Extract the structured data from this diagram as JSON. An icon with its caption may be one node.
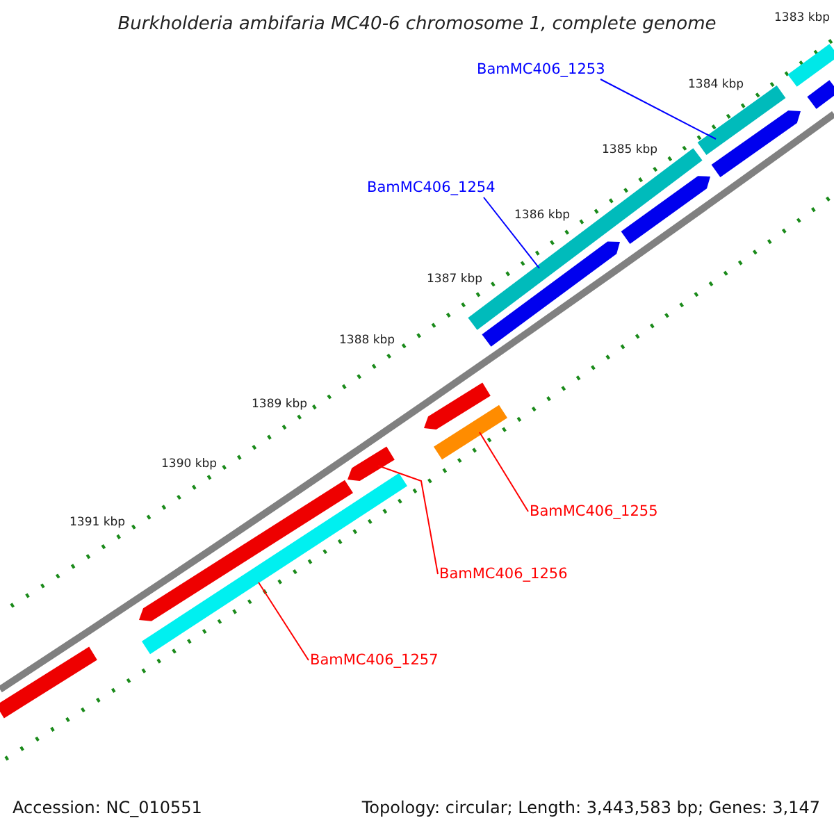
{
  "diagram": {
    "title": "Burkholderia ambifaria MC40-6 chromosome 1, complete genome",
    "nodes": [
      {
        "text": [
          "BamMC406_1253"
        ]
      },
      {
        "text": [],
        "shape": "bar"
      },
      {
        "text": [
          "BamMC406_1254"
        ]
      },
      {
        "text": [],
        "shape": "bar"
      },
      {
        "text": [
          "BamMC406_1255"
        ]
      },
      {
        "text": [],
        "shape": "bar"
      },
      {
        "text": [
          "BamMC406_1256"
        ]
      },
      {
        "text": [],
        "shape": "bar"
      },
      {
        "text": [
          "BamMC406_1257"
        ]
      },
      {
        "text": [],
        "shape": "bar"
      },
      {
        "text": [],
        "shape": "bar"
      },
      {
        "text": [],
        "shape": "bar"
      },
      {
        "text": [],
        "shape": "bar"
      },
      {
        "text": [],
        "shape": "bar"
      },
      {
        "text": [],
        "shape": "bar"
      },
      {
        "text": [],
        "shape": "bar"
      },
      {
        "text": [],
        "shape": "bar"
      },
      {
        "text": [],
        "shape": "bar"
      }
    ],
    "edges": [
      {
        "from": 0,
        "to": 1,
        "arrow": "none",
        "color": "#0000ff"
      },
      {
        "from": 2,
        "to": 3,
        "arrow": "none",
        "color": "#0000ff"
      },
      {
        "from": 4,
        "to": 5,
        "arrow": "none",
        "color": "#ff0000"
      },
      {
        "from": 6,
        "to": 7,
        "arrow": "none",
        "color": "#ff0000"
      },
      {
        "from": 8,
        "to": 9,
        "arrow": "none",
        "color": "#ff0000"
      }
    ],
    "labels": [
      "1383 kbp",
      "1384 kbp",
      "1385 kbp",
      "1386 kbp",
      "1387 kbp",
      "1388 kbp",
      "1389 kbp",
      "1390 kbp",
      "1391 kbp",
      "Accession: NC_010551",
      "Topology: circular; Length: 3,443,583 bp; Genes: 3,147"
    ]
  }
}
